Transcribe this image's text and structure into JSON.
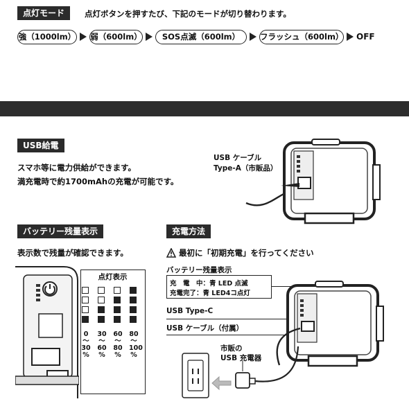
{
  "lighting_mode": {
    "tag": "点灯モード",
    "description": "点灯ボタンを押すたび、下記のモードが切り替わります。",
    "modes": [
      "強（1000lm）",
      "弱（600lm）",
      "SOS点滅（600lm）",
      "フラッシュ（600lm）"
    ],
    "end": "OFF"
  },
  "usb_power": {
    "tag": "USB給電",
    "line1": "スマホ等に電力供給ができます。",
    "line2": "満充電時で約1700mAhの充電が可能です。",
    "cable_label_1": "USB ケーブル",
    "cable_label_2": "Type-A（市販品）"
  },
  "battery": {
    "tag": "バッテリー残量表示",
    "line1": "表示数で残量が確認できます。",
    "table_header": "点灯表示",
    "levels": [
      {
        "lit": 1,
        "range": [
          "0",
          "〜",
          "30",
          "%"
        ]
      },
      {
        "lit": 2,
        "range": [
          "30",
          "〜",
          "60",
          "%"
        ]
      },
      {
        "lit": 3,
        "range": [
          "60",
          "〜",
          "80",
          "%"
        ]
      },
      {
        "lit": 4,
        "range": [
          "80",
          "〜",
          "100",
          "%"
        ]
      }
    ]
  },
  "charging": {
    "tag": "充電方法",
    "warning": "最初に「初期充電」を行ってください",
    "battery_label": "バッテリー残量表示",
    "charging_line": "充　電　中：青 LED 点滅",
    "complete_line": "充電完了：青 LED4コ点灯",
    "usb_type_c": "USB Type-C",
    "usb_cable": "USB ケーブル（付属）",
    "charger_1": "市販の",
    "charger_2": "USB 充電器"
  }
}
